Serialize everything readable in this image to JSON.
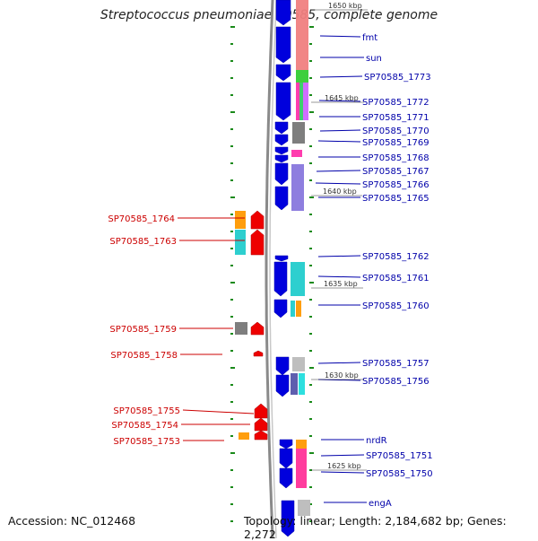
{
  "title": "Streptococcus pneumoniae 70585, complete genome",
  "accession": "Accession: NC_012468",
  "topology": "Topology: linear; Length: 2,184,682 bp; Genes: 2,272",
  "colors": {
    "backbone": "#888888",
    "tick": "#1a8a1a",
    "forward_gene": "#0000dd",
    "reverse_gene": "#ee0000",
    "forward_label": "#0000aa",
    "reverse_label": "#cc0000",
    "scale_label": "#333333"
  },
  "scale_labels": [
    {
      "text": "1650 kbp"
    },
    {
      "text": "1645 kbp"
    },
    {
      "text": "1640 kbp"
    },
    {
      "text": "1635 kbp"
    },
    {
      "text": "1630 kbp"
    },
    {
      "text": "1625 kbp"
    }
  ],
  "forward_labels": [
    {
      "text": "fmt"
    },
    {
      "text": "sun"
    },
    {
      "text": "SP70585_1773"
    },
    {
      "text": "SP70585_1772"
    },
    {
      "text": "SP70585_1771"
    },
    {
      "text": "SP70585_1770"
    },
    {
      "text": "SP70585_1769"
    },
    {
      "text": "SP70585_1768"
    },
    {
      "text": "SP70585_1767"
    },
    {
      "text": "SP70585_1766"
    },
    {
      "text": "SP70585_1765"
    },
    {
      "text": "SP70585_1762"
    },
    {
      "text": "SP70585_1761"
    },
    {
      "text": "SP70585_1760"
    },
    {
      "text": "SP70585_1757"
    },
    {
      "text": "SP70585_1756"
    },
    {
      "text": "nrdR"
    },
    {
      "text": "SP70585_1751"
    },
    {
      "text": "SP70585_1750"
    },
    {
      "text": "engA"
    }
  ],
  "reverse_labels": [
    {
      "text": "SP70585_1764"
    },
    {
      "text": "SP70585_1763"
    },
    {
      "text": "SP70585_1759"
    },
    {
      "text": "SP70585_1758"
    },
    {
      "text": "SP70585_1755"
    },
    {
      "text": "SP70585_1754"
    },
    {
      "text": "SP70585_1753"
    }
  ]
}
